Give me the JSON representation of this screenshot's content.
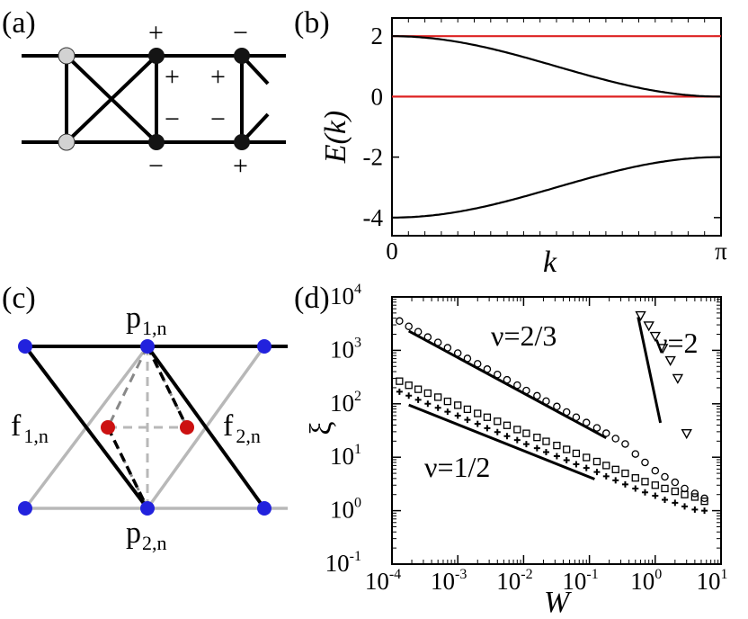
{
  "panels": {
    "a": {
      "label": "(a)",
      "signs": {
        "top": "+",
        "upper_inner": "+",
        "lower_inner": "−",
        "bottom": "−"
      },
      "node_colors": {
        "light": "#d2d2d2",
        "dark": "#141414"
      }
    },
    "b": {
      "label": "(b)"
    },
    "c": {
      "label": "(c)",
      "site_labels": [
        {
          "base": "p",
          "sub": "1,n"
        },
        {
          "base": "p",
          "sub": "2,n"
        },
        {
          "base": "f",
          "sub": "1,n"
        },
        {
          "base": "f",
          "sub": "2,n"
        }
      ],
      "colors": {
        "blue": "#2222dd",
        "red": "#cc1111",
        "gray": "#b8b8b8"
      }
    },
    "d": {
      "label": "(d)",
      "annotations": [
        "ν=2/3",
        "ν=2",
        "ν=1/2"
      ]
    }
  },
  "chart_data": [
    {
      "type": "line",
      "panel": "b",
      "xlabel": "k",
      "ylabel": "E(k)",
      "xlim": [
        0,
        3.1416
      ],
      "ylim": [
        -4.6,
        2.6
      ],
      "x_ticks": [
        {
          "value": 0,
          "label": "0"
        },
        {
          "value": 3.1416,
          "label": "π"
        }
      ],
      "y_ticks": [
        {
          "value": 2,
          "label": "2"
        },
        {
          "value": 0,
          "label": "0"
        },
        {
          "value": -2,
          "label": "-2"
        },
        {
          "value": -4,
          "label": "-4"
        }
      ],
      "grid": false,
      "series": [
        {
          "color": "#dd2222",
          "formula": "E = 2",
          "values_at_ends": [
            2,
            2
          ]
        },
        {
          "color": "#dd2222",
          "formula": "E = 0",
          "values_at_ends": [
            0,
            0
          ]
        },
        {
          "color": "#000000",
          "formula": "E = 1 + cos k",
          "values_at_ends": [
            2,
            0
          ]
        },
        {
          "color": "#000000",
          "formula": "E = -3 - cos k",
          "values_at_ends": [
            -4,
            -2
          ]
        }
      ]
    },
    {
      "type": "scatter",
      "panel": "d",
      "xlabel": "W",
      "ylabel": "ξ",
      "xscale": "log",
      "yscale": "log",
      "xlim": [
        0.0001,
        10
      ],
      "ylim": [
        0.1,
        10000
      ],
      "x_ticks": [
        {
          "value": 0.0001,
          "base": "10",
          "exp": "-4"
        },
        {
          "value": 0.001,
          "base": "10",
          "exp": "-3"
        },
        {
          "value": 0.01,
          "base": "10",
          "exp": "-2"
        },
        {
          "value": 0.1,
          "base": "10",
          "exp": "-1"
        },
        {
          "value": 1,
          "base": "10",
          "exp": "0"
        },
        {
          "value": 10,
          "base": "10",
          "exp": "1"
        }
      ],
      "y_ticks": [
        {
          "value": 0.1,
          "base": "10",
          "exp": "-1"
        },
        {
          "value": 1,
          "base": "10",
          "exp": "0"
        },
        {
          "value": 10,
          "base": "10",
          "exp": "1"
        },
        {
          "value": 100,
          "base": "10",
          "exp": "2"
        },
        {
          "value": 1000,
          "base": "10",
          "exp": "3"
        },
        {
          "value": 10000,
          "base": "10",
          "exp": "4"
        }
      ],
      "series": [
        {
          "marker": "circle",
          "x": [
            0.00013,
            0.00018,
            0.00025,
            0.00035,
            0.0005,
            0.0007,
            0.001,
            0.0014,
            0.002,
            0.0028,
            0.004,
            0.0056,
            0.008,
            0.011,
            0.016,
            0.022,
            0.032,
            0.045,
            0.063,
            0.09,
            0.13,
            0.18,
            0.25,
            0.35,
            0.5,
            0.7,
            1.0,
            1.4,
            2.0,
            2.8,
            4.0,
            5.6
          ],
          "y": [
            3540,
            2812,
            2231,
            1770,
            1407,
            1117,
            887,
            705,
            560,
            445,
            353,
            281,
            223,
            177,
            141,
            112,
            89,
            70,
            56,
            44.5,
            35.4,
            28.1,
            22.3,
            17.7,
            11.5,
            8.0,
            5.6,
            4.3,
            3.4,
            2.6,
            2.1,
            1.7
          ]
        },
        {
          "marker": "triangle-down",
          "x": [
            0.6,
            0.8,
            1.0,
            1.3,
            1.7,
            2.2,
            3.0
          ],
          "y": [
            4500,
            2900,
            1850,
            1100,
            650,
            300,
            28
          ]
        },
        {
          "marker": "square",
          "x": [
            0.00013,
            0.00018,
            0.00025,
            0.00035,
            0.0005,
            0.0007,
            0.001,
            0.0014,
            0.002,
            0.0028,
            0.004,
            0.0056,
            0.008,
            0.011,
            0.016,
            0.022,
            0.032,
            0.045,
            0.063,
            0.09,
            0.13,
            0.18,
            0.25,
            0.35,
            0.5,
            0.7,
            1.0,
            1.4,
            2.0,
            2.8,
            4.0,
            5.6
          ],
          "y": [
            265,
            222,
            187,
            158,
            133,
            111,
            94,
            79,
            66,
            56,
            47,
            39.5,
            33,
            28,
            23.5,
            19.8,
            16.6,
            14,
            11.8,
            9.9,
            8.3,
            7,
            5.9,
            5,
            4.1,
            3.5,
            3.0,
            2.6,
            2.3,
            2.0,
            1.8,
            1.5
          ]
        },
        {
          "marker": "plus",
          "x": [
            0.00013,
            0.00018,
            0.00025,
            0.00035,
            0.0005,
            0.0007,
            0.001,
            0.0014,
            0.002,
            0.0028,
            0.004,
            0.0056,
            0.008,
            0.011,
            0.016,
            0.022,
            0.032,
            0.045,
            0.063,
            0.09,
            0.13,
            0.18,
            0.25,
            0.35,
            0.5,
            0.7,
            1.0,
            1.4,
            2.0,
            2.8,
            4.0,
            5.6
          ],
          "y": [
            168,
            142,
            119,
            100,
            84,
            71,
            60,
            50,
            42,
            35,
            29.5,
            24.8,
            20.9,
            17.6,
            14.8,
            12.5,
            10.5,
            8.8,
            7.4,
            6.3,
            5.3,
            4.4,
            3.7,
            3.1,
            2.6,
            2.2,
            1.9,
            1.6,
            1.4,
            1.2,
            1.05,
            1.0
          ]
        }
      ],
      "reference_lines": [
        {
          "label": "ν=2/3",
          "x": [
            0.00018,
            0.18
          ],
          "y": [
            2300,
            23
          ]
        },
        {
          "label": "ν=2",
          "x": [
            0.55,
            1.2
          ],
          "y": [
            4200,
            44
          ]
        },
        {
          "label": "ν=1/2",
          "x": [
            0.00018,
            0.12
          ],
          "y": [
            95,
            3.9
          ]
        }
      ]
    }
  ]
}
